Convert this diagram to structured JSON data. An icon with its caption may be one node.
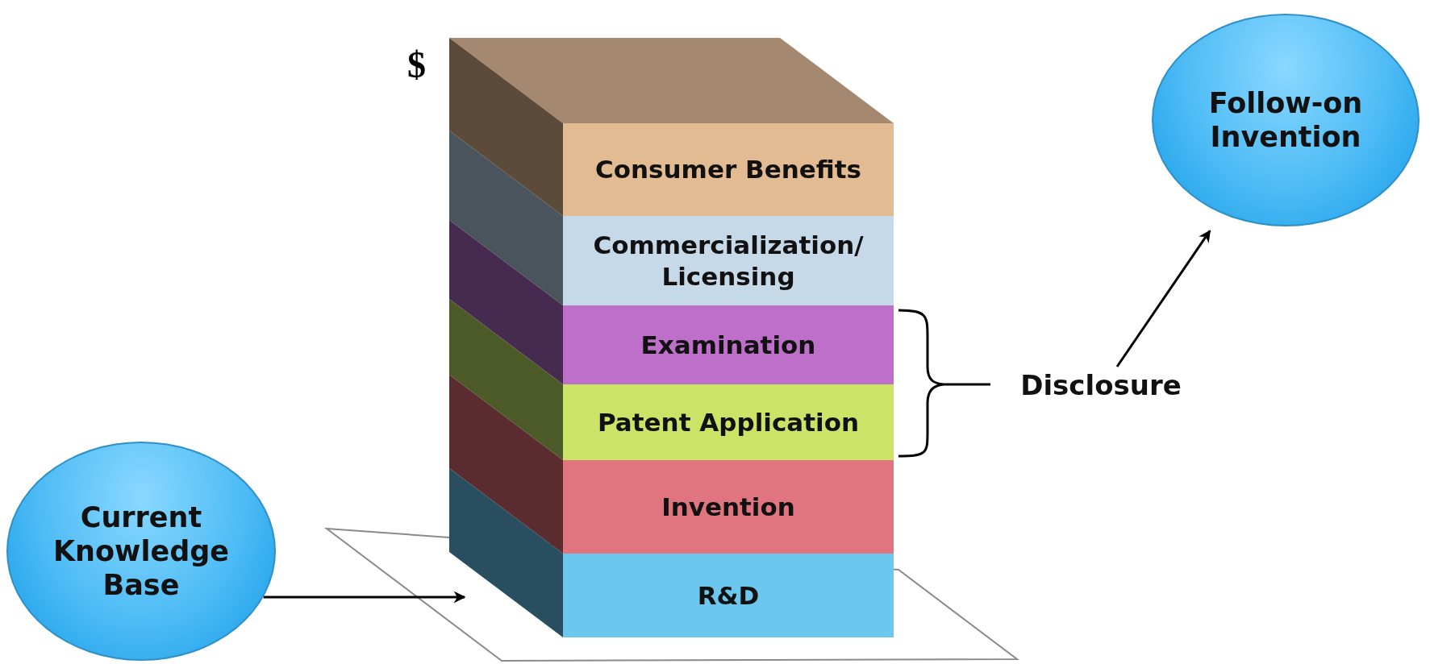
{
  "diagram": {
    "nodes": [
      {
        "text": [
          "Current Knowledge Base"
        ]
      },
      {
        "text": [
          "Consumer Benefits"
        ]
      },
      {
        "text": [
          "Commercialization/ Licensing"
        ]
      },
      {
        "text": [
          "Examination"
        ]
      },
      {
        "text": [
          "Patent Application"
        ]
      },
      {
        "text": [
          "Invention"
        ]
      },
      {
        "text": [
          "R&D"
        ]
      },
      {
        "text": [
          "Disclosure"
        ]
      },
      {
        "text": [
          "Follow-on Invention"
        ]
      }
    ],
    "edges": [
      {
        "from": 0,
        "to": 6,
        "arrow": "to"
      },
      {
        "from": 7,
        "to": 8,
        "arrow": "to"
      }
    ],
    "labels": [
      "$"
    ]
  }
}
